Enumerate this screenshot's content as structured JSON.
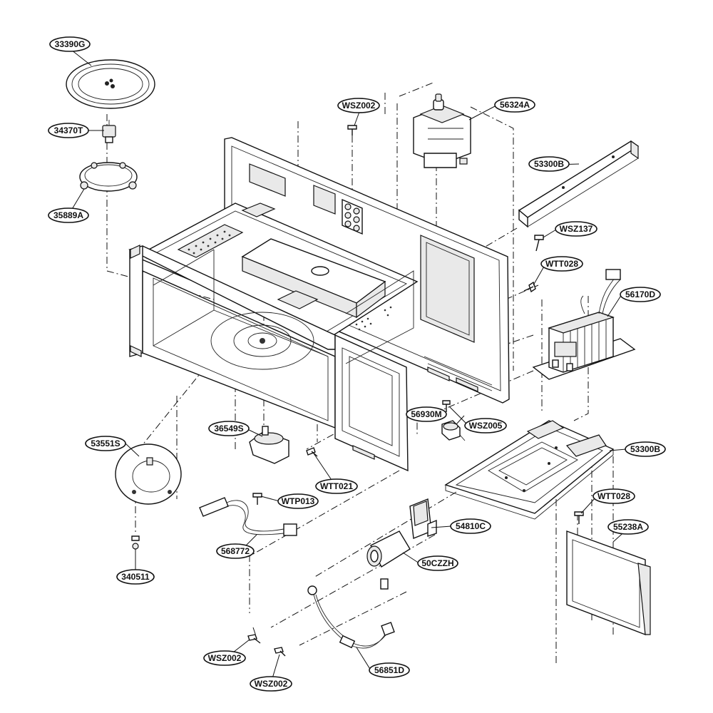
{
  "parts": {
    "p33390G": "33390G",
    "p34370T": "34370T",
    "p35889A": "35889A",
    "pWSZ002_top": "WSZ002",
    "p56324A": "56324A",
    "p53300B_top": "53300B",
    "pWSZ137": "WSZ137",
    "pWTT028_top": "WTT028",
    "p56170D": "56170D",
    "p56930M": "56930M",
    "pWSZ005": "WSZ005",
    "p36549S": "36549S",
    "p53551S": "53551S",
    "p53300B_low": "53300B",
    "pWTT028_low": "WTT028",
    "pWTT021": "WTT021",
    "pWTP013": "WTP013",
    "p54810C": "54810C",
    "p55238A": "55238A",
    "p568772": "568772",
    "p50CZZH": "50CZZH",
    "p340511": "340511",
    "pWSZ002_a": "WSZ002",
    "pWSZ002_b": "WSZ002",
    "p56851D": "56851D"
  }
}
